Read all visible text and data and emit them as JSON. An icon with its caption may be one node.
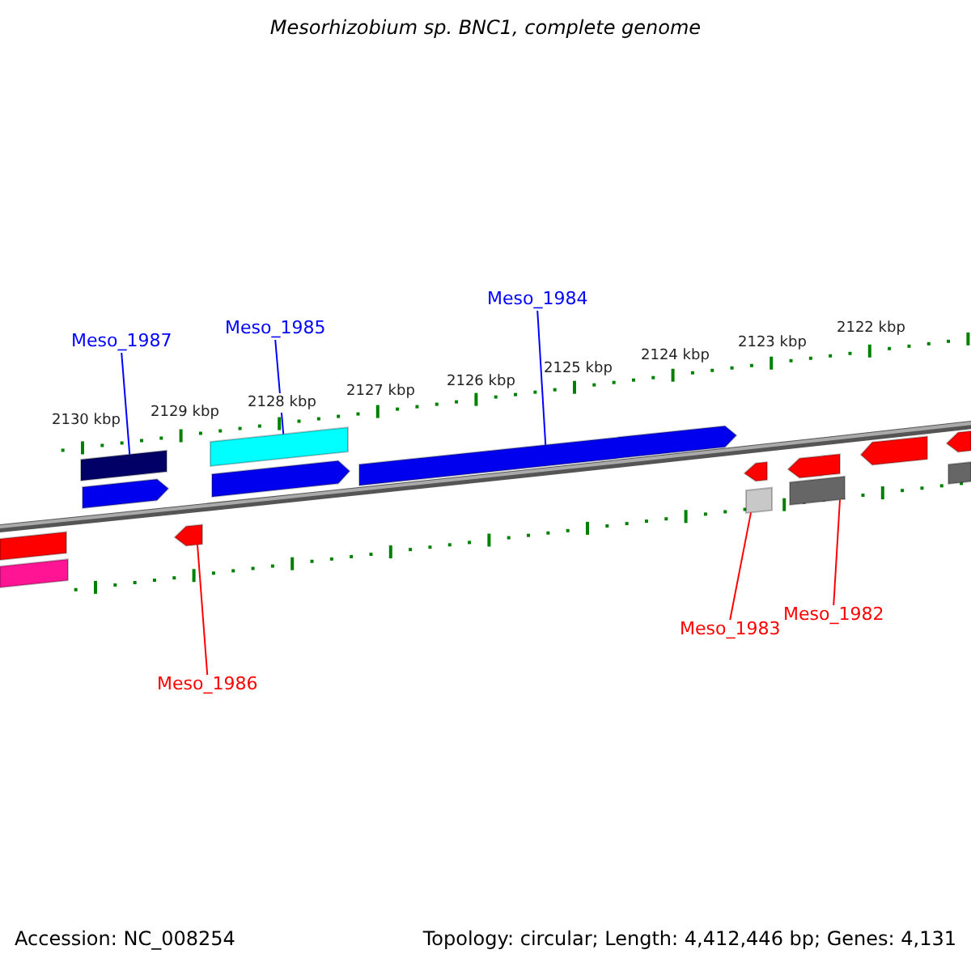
{
  "diagram": {
    "title": "Mesorhizobium sp. BNC1, complete genome",
    "nodes": [
      {
        "text": [
          "Meso_1987"
        ]
      },
      {
        "text": [
          "Meso_1985"
        ]
      },
      {
        "text": [
          "Meso_1984"
        ]
      },
      {
        "text": [
          "Meso_1986"
        ]
      },
      {
        "text": [
          "Meso_1983"
        ]
      },
      {
        "text": [
          "Meso_1982"
        ]
      },
      {
        "text": [],
        "shape": "bar"
      },
      {
        "text": [],
        "shape": "bar"
      },
      {
        "text": [],
        "shape": "bar"
      },
      {
        "text": [],
        "shape": "arrow"
      },
      {
        "text": [],
        "shape": "arrow"
      },
      {
        "text": [],
        "shape": "bar"
      },
      {
        "text": [],
        "shape": "arrow"
      },
      {
        "text": [],
        "shape": "arrow"
      },
      {
        "text": [],
        "shape": "arrow"
      },
      {
        "text": [],
        "shape": "bar"
      },
      {
        "text": [],
        "shape": "arrow"
      },
      {
        "text": [],
        "shape": "bar"
      },
      {
        "text": [],
        "shape": "arrow"
      },
      {
        "text": [],
        "shape": "arrow"
      },
      {
        "text": [],
        "shape": "bar"
      }
    ],
    "edges": [
      {
        "from": 0,
        "to": 8,
        "arrow": "none",
        "color": "#0000ff"
      },
      {
        "from": 1,
        "to": 11,
        "arrow": "none",
        "color": "#0000ff"
      },
      {
        "from": 2,
        "to": 13,
        "arrow": "none",
        "color": "#0000ff"
      },
      {
        "from": 3,
        "to": 10,
        "arrow": "none",
        "color": "#ff0000"
      },
      {
        "from": 4,
        "to": 15,
        "arrow": "none",
        "color": "#ff0000"
      },
      {
        "from": 5,
        "to": 17,
        "arrow": "none",
        "color": "#ff0000"
      }
    ],
    "labels": [
      "2122 kbp",
      "2123 kbp",
      "2124 kbp",
      "2125 kbp",
      "2126 kbp",
      "2127 kbp",
      "2128 kbp",
      "2129 kbp",
      "2130 kbp",
      "Accession: NC_008254",
      "Topology: circular; Length: 4,412,446 bp; Genes: 4,131"
    ]
  }
}
